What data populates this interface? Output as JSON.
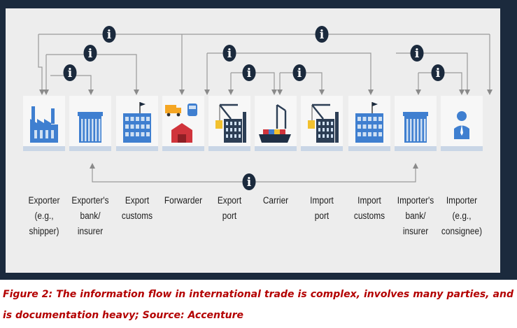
{
  "parties": [
    {
      "id": "exporter",
      "label": "Exporter\n(e.g.,\nshipper)",
      "icon": "factory-icon"
    },
    {
      "id": "exporter-bank",
      "label": "Exporter's\nbank/\ninsurer",
      "icon": "bank-building-icon"
    },
    {
      "id": "export-customs",
      "label": "Export\ncustoms",
      "icon": "customs-building-icon"
    },
    {
      "id": "forwarder",
      "label": "Forwarder",
      "icon": "forwarder-icon"
    },
    {
      "id": "export-port",
      "label": "Export\nport",
      "icon": "port-crane-icon"
    },
    {
      "id": "carrier",
      "label": "Carrier",
      "icon": "container-ship-icon"
    },
    {
      "id": "import-port",
      "label": "Import\nport",
      "icon": "port-crane-icon"
    },
    {
      "id": "import-customs",
      "label": "Import\ncustoms",
      "icon": "customs-building-icon"
    },
    {
      "id": "importer-bank",
      "label": "Importer's\nbank/\ninsurer",
      "icon": "bank-building-icon"
    },
    {
      "id": "importer",
      "label": "Importer\n(e.g.,\nconsignee)",
      "icon": "person-icon"
    }
  ],
  "info_badge_glyph": "i",
  "caption": "Figure 2: The information flow in international trade is complex, involves many parties, and is documentation heavy; Source: Accenture",
  "colors": {
    "frame": "#1b2a3d",
    "panel": "#ededed",
    "tile": "#f7f7f7",
    "tile_base": "#c9d6e6",
    "icon_blue": "#3f7fd0",
    "icon_light": "#cfe0f3",
    "badge": "#1b2a3d",
    "caption": "#b30000",
    "line": "#9a9a9a"
  }
}
